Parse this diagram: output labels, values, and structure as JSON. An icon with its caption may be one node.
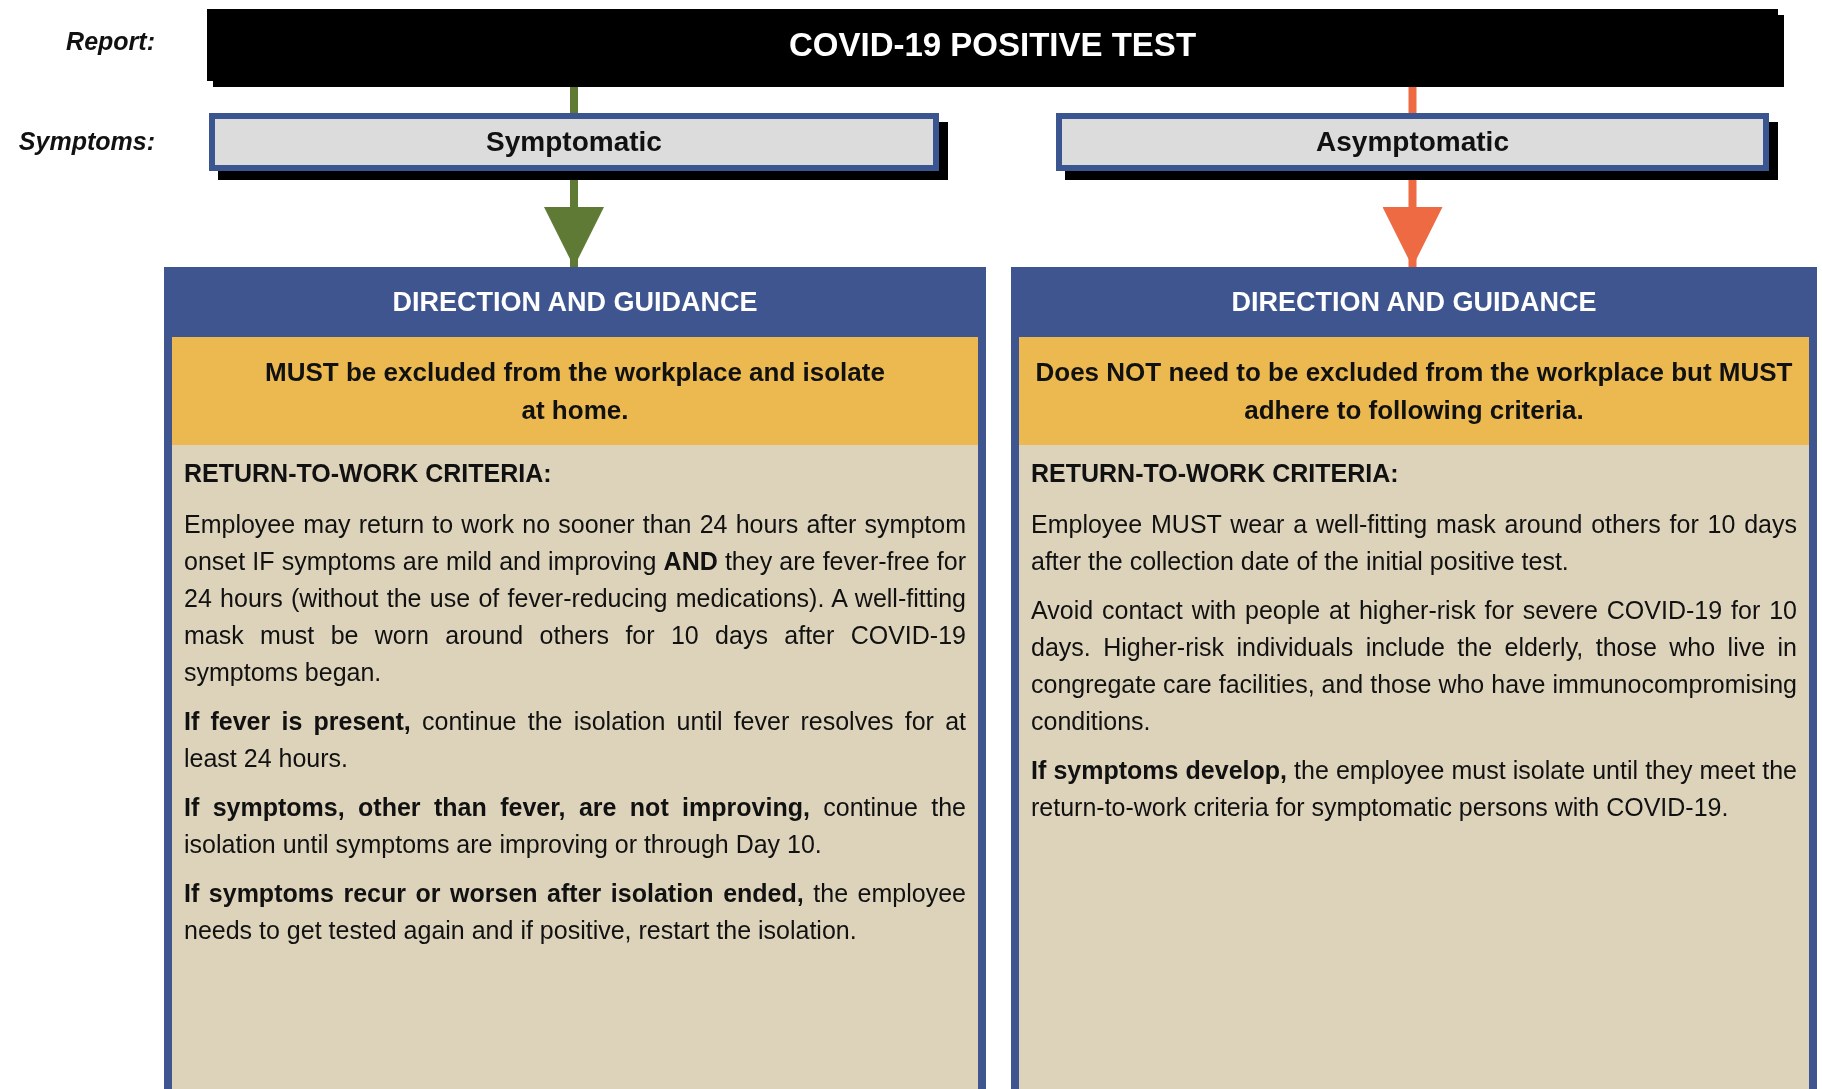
{
  "diagram": {
    "nodes": [
      {
        "text": [
          "COVID-19 POSITIVE TEST"
        ]
      },
      {
        "text": [
          "Symptomatic"
        ]
      },
      {
        "text": [
          "Asymptomatic"
        ]
      },
      {
        "text": [
          "DIRECTION AND GUIDANCE"
        ]
      },
      {
        "text": [
          "MUST be excluded from the workplace and isolate at home."
        ],
        "in": 3
      },
      {
        "text": [
          "RETURN-TO-WORK CRITERIA:",
          "Employee may return to work no sooner than 24 hours after symptom onset IF symptoms are mild and improving **AND** they are fever-free for 24 hours (without the use of fever-reducing medications). A well-fitting mask must be worn around others for 10 days after COVID-19 symptoms began.",
          "**If fever is present,** continue the isolation until fever resolves for at least 24 hours.",
          "**If symptoms, other than fever, are not improving,** continue the isolation until symptoms are improving or through Day 10.",
          "**If symptoms recur or worsen after isolation ended,** the employee needs to get tested again and if positive, restart the isolation."
        ],
        "in": 3
      },
      {
        "text": [
          "DIRECTION AND GUIDANCE"
        ]
      },
      {
        "text": [
          "Does NOT need to be excluded from the workplace but MUST adhere to following criteria."
        ],
        "in": 6
      },
      {
        "text": [
          "RETURN-TO-WORK CRITERIA:",
          "Employee MUST wear a well-fitting mask around others for 10 days after the collection date of the initial positive test.",
          "Avoid contact with people at higher-risk for severe COVID-19 for 10 days. Higher-risk individuals include the elderly, those who live in congregate care facilities, and those who have immunocompromising conditions.",
          "**If symptoms develop,** the employee must isolate until they meet the return-to-work criteria for symptomatic persons with COVID-19."
        ],
        "in": 6
      }
    ],
    "edges": [
      {
        "from": 0,
        "to": 1,
        "arrow": "none",
        "color": "#5f7a35"
      },
      {
        "from": 0,
        "to": 2,
        "arrow": "none",
        "color": "#ee6a42"
      },
      {
        "from": 1,
        "to": 3,
        "arrow": "to",
        "color": "#5f7a35"
      },
      {
        "from": 2,
        "to": 6,
        "arrow": "to",
        "color": "#ee6a42"
      }
    ],
    "labels": [
      "Report:",
      "Symptoms:"
    ]
  }
}
